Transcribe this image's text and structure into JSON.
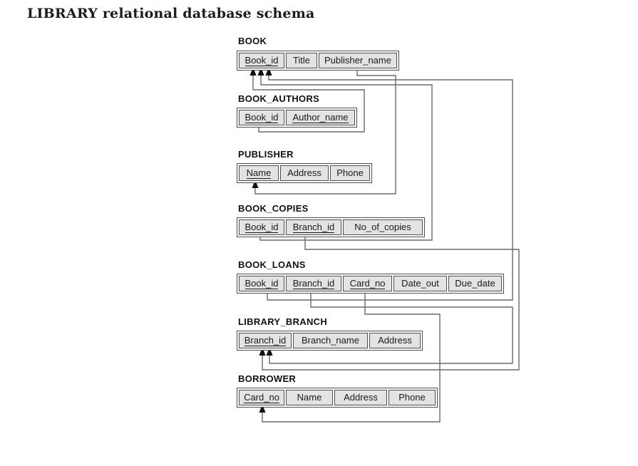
{
  "title": "LIBRARY relational database schema",
  "diagram": {
    "tables": [
      {
        "name": "BOOK",
        "fields": [
          {
            "label": "Book_id",
            "pk": true
          },
          {
            "label": "Title",
            "pk": false
          },
          {
            "label": "Publisher_name",
            "pk": false
          }
        ]
      },
      {
        "name": "BOOK_AUTHORS",
        "fields": [
          {
            "label": "Book_id",
            "pk": true
          },
          {
            "label": "Author_name",
            "pk": true
          }
        ]
      },
      {
        "name": "PUBLISHER",
        "fields": [
          {
            "label": "Name",
            "pk": true
          },
          {
            "label": "Address",
            "pk": false
          },
          {
            "label": "Phone",
            "pk": false
          }
        ]
      },
      {
        "name": "BOOK_COPIES",
        "fields": [
          {
            "label": "Book_id",
            "pk": true
          },
          {
            "label": "Branch_id",
            "pk": true
          },
          {
            "label": "No_of_copies",
            "pk": false
          }
        ]
      },
      {
        "name": "BOOK_LOANS",
        "fields": [
          {
            "label": "Book_id",
            "pk": true
          },
          {
            "label": "Branch_id",
            "pk": true
          },
          {
            "label": "Card_no",
            "pk": true
          },
          {
            "label": "Date_out",
            "pk": false
          },
          {
            "label": "Due_date",
            "pk": false
          }
        ]
      },
      {
        "name": "LIBRARY_BRANCH",
        "fields": [
          {
            "label": "Branch_id",
            "pk": true
          },
          {
            "label": "Branch_name",
            "pk": false
          },
          {
            "label": "Address",
            "pk": false
          }
        ]
      },
      {
        "name": "BORROWER",
        "fields": [
          {
            "label": "Card_no",
            "pk": true
          },
          {
            "label": "Name",
            "pk": false
          },
          {
            "label": "Address",
            "pk": false
          },
          {
            "label": "Phone",
            "pk": false
          }
        ]
      }
    ],
    "relationships": [
      {
        "from": "BOOK_AUTHORS.Book_id",
        "to": "BOOK.Book_id"
      },
      {
        "from": "BOOK_COPIES.Book_id",
        "to": "BOOK.Book_id"
      },
      {
        "from": "BOOK_LOANS.Book_id",
        "to": "BOOK.Book_id"
      },
      {
        "from": "BOOK.Publisher_name",
        "to": "PUBLISHER.Name"
      },
      {
        "from": "BOOK_COPIES.Branch_id",
        "to": "LIBRARY_BRANCH.Branch_id"
      },
      {
        "from": "BOOK_LOANS.Branch_id",
        "to": "LIBRARY_BRANCH.Branch_id"
      },
      {
        "from": "BOOK_LOANS.Card_no",
        "to": "BORROWER.Card_no"
      }
    ],
    "colors": {
      "cell_fill": "#e3e3e1",
      "cell_border": "#4e4e4e",
      "line": "#6a6a6a",
      "arrow": "#111111",
      "text": "#1a1a1a"
    }
  }
}
